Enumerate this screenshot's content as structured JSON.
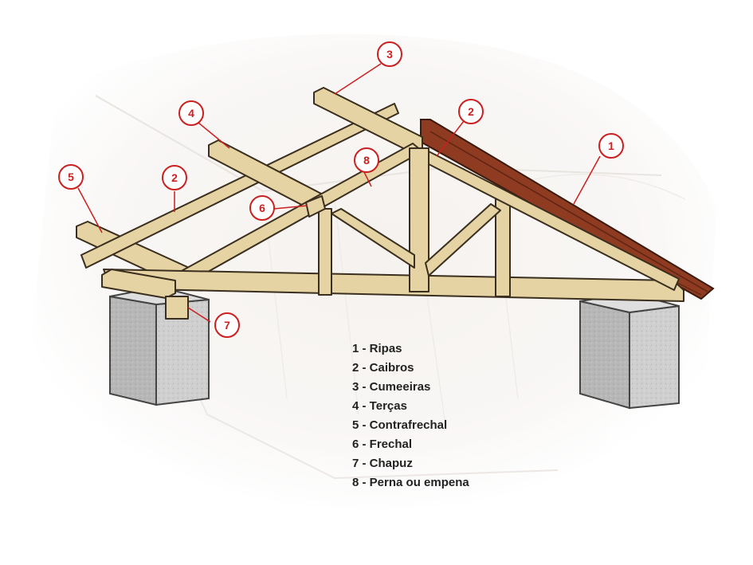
{
  "legend": [
    {
      "number": "1",
      "text": "1 - Ripas"
    },
    {
      "number": "2",
      "text": "2 - Caibros"
    },
    {
      "number": "3",
      "text": "3 - Cumeeiras"
    },
    {
      "number": "4",
      "text": "4 - Terças"
    },
    {
      "number": "5",
      "text": "5 - Contrafrechal"
    },
    {
      "number": "6",
      "text": "6 - Frechal"
    },
    {
      "number": "7",
      "text": "7 - Chapuz"
    },
    {
      "number": "8",
      "text": "8 - Perna ou empena"
    }
  ],
  "callouts": [
    "3",
    "4",
    "2",
    "5",
    "8",
    "6",
    "7",
    "2",
    "1"
  ],
  "colors": {
    "callout_red": "#cc1f1f",
    "wood": "#e6d3a3",
    "wood_outline": "#3a2f1f",
    "roof_tiles": "#8e3b22",
    "concrete": "#c9c9c9",
    "background_sketch": "#d9d2cc"
  }
}
